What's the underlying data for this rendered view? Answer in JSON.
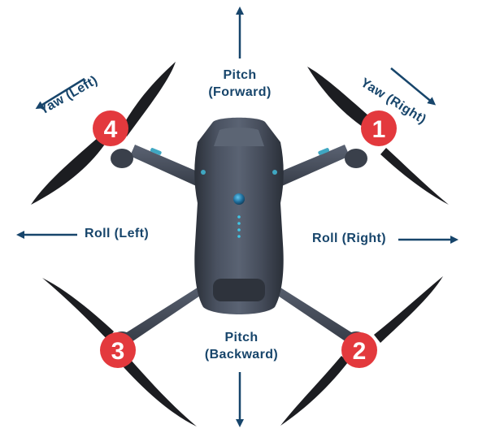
{
  "labels": {
    "pitch_forward": {
      "line1": "Pitch",
      "line2": "(Forward)"
    },
    "pitch_backward": {
      "line1": "Pitch",
      "line2": "(Backward)"
    },
    "roll_left": "Roll (Left)",
    "roll_right": "Roll (Right)",
    "yaw_left": "Yaw (Left)",
    "yaw_right": "Yaw (Right)"
  },
  "motors": [
    {
      "number": "1",
      "position": "front-right"
    },
    {
      "number": "2",
      "position": "rear-right"
    },
    {
      "number": "3",
      "position": "rear-left"
    },
    {
      "number": "4",
      "position": "front-left"
    }
  ],
  "colors": {
    "text_and_arrows": "#17456b",
    "badge": "#e3393d",
    "badge_text": "#ffffff",
    "drone_body": "#3c4350",
    "propeller": "#1c1d21",
    "accent": "#3fa7c2"
  }
}
